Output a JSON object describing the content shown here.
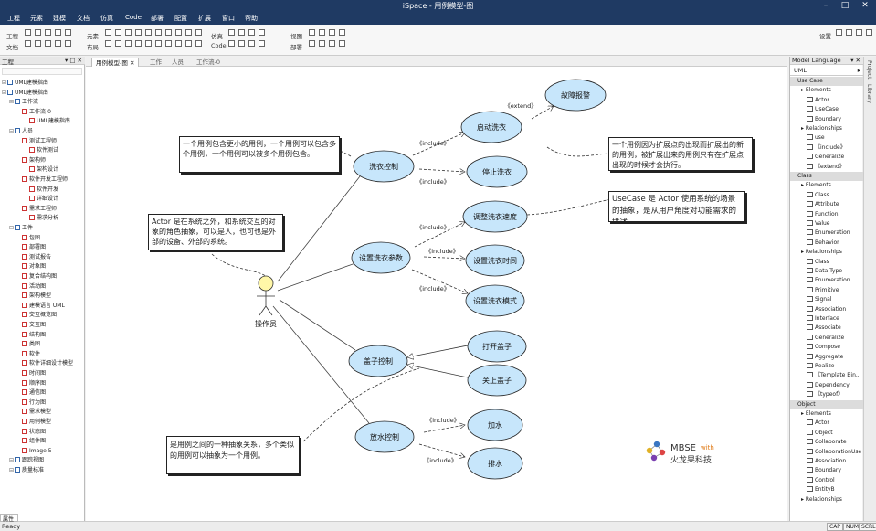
{
  "title": "iSpace - 用例模型-图",
  "menu": [
    "工程",
    "元素",
    "建模",
    "文档",
    "仿真",
    "Code",
    "部署",
    "配置",
    "扩展",
    "窗口",
    "帮助"
  ],
  "toolbar": {
    "row1": [
      "工程",
      "元素",
      "仿真",
      "视图",
      "设置"
    ],
    "row2": [
      "文档",
      "布局",
      "Code",
      "部署"
    ]
  },
  "left_panel": {
    "header": "工程",
    "items": [
      {
        "label": "UML建模指南",
        "depth": 0
      },
      {
        "label": "UML建模指南",
        "depth": 0
      },
      {
        "label": "工作流",
        "depth": 1
      },
      {
        "label": "工作流-0",
        "depth": 2
      },
      {
        "label": "UML建模指南",
        "depth": 3
      },
      {
        "label": "人员",
        "depth": 1
      },
      {
        "label": "测试工程师",
        "depth": 2
      },
      {
        "label": "软件测试",
        "depth": 3
      },
      {
        "label": "架构师",
        "depth": 2
      },
      {
        "label": "架构设计",
        "depth": 3
      },
      {
        "label": "软件开发工程师",
        "depth": 2
      },
      {
        "label": "软件开发",
        "depth": 3
      },
      {
        "label": "详细设计",
        "depth": 3
      },
      {
        "label": "需求工程师",
        "depth": 2
      },
      {
        "label": "需求分析",
        "depth": 3
      },
      {
        "label": "工件",
        "depth": 1
      },
      {
        "label": "包图",
        "depth": 2
      },
      {
        "label": "部署图",
        "depth": 2
      },
      {
        "label": "测试报告",
        "depth": 2
      },
      {
        "label": "对象图",
        "depth": 2
      },
      {
        "label": "复合结构图",
        "depth": 2
      },
      {
        "label": "活动图",
        "depth": 2
      },
      {
        "label": "架构模型",
        "depth": 2
      },
      {
        "label": "建模语言 UML",
        "depth": 2
      },
      {
        "label": "交互概览图",
        "depth": 2
      },
      {
        "label": "交互图",
        "depth": 2
      },
      {
        "label": "结构图",
        "depth": 2
      },
      {
        "label": "类图",
        "depth": 2
      },
      {
        "label": "软件",
        "depth": 2
      },
      {
        "label": "软件详细设计模型",
        "depth": 2
      },
      {
        "label": "时间图",
        "depth": 2
      },
      {
        "label": "顺序图",
        "depth": 2
      },
      {
        "label": "通信图",
        "depth": 2
      },
      {
        "label": "行为图",
        "depth": 2
      },
      {
        "label": "需求模型",
        "depth": 2
      },
      {
        "label": "用例模型",
        "depth": 2
      },
      {
        "label": "状态图",
        "depth": 2
      },
      {
        "label": "组件图",
        "depth": 2
      },
      {
        "label": "Image 5",
        "depth": 2
      },
      {
        "label": "跟踪视图",
        "depth": 1
      },
      {
        "label": "质量标准",
        "depth": 1
      }
    ]
  },
  "tabs": [
    "用例模型-图",
    "工作",
    "人员",
    "工作流-0"
  ],
  "diagram": {
    "actor": "操作员",
    "usecases": {
      "wash": "洗衣控制",
      "start": "启动洗衣",
      "fault": "故障报警",
      "stop": "停止洗衣",
      "speed": "调整洗衣速度",
      "params": "设置洗衣参数",
      "time": "设置洗衣时间",
      "mode": "设置洗衣模式",
      "lid": "盖子控制",
      "open": "打开盖子",
      "close": "关上盖子",
      "water": "放水控制",
      "add": "加水",
      "drain": "排水"
    },
    "rel": {
      "include": "《include》",
      "extend": "《extend》"
    },
    "notes": {
      "n1": "一个用例包含更小的用例，一个用例可以包含多个用例，一个用例可以被多个用例包含。",
      "n2": "Actor 是在系统之外，和系统交互的对象的角色抽象，可以是人，也可也是外部的设备、外部的系统。",
      "n3": "一个用例因为扩展点的出现而扩展出的新的用例，被扩展出来的用例只有在扩展点出现的时候才会执行。",
      "n4": "UseCase 是 Actor 使用系统的场景的抽象，是从用户角度对功能需求的描述。",
      "n5": "是用例之间的一种抽象关系，多个类似的用例可以抽象为一个用例。"
    },
    "logo": {
      "main": "MBSE",
      "with": "with",
      "sub": "火龙果科技"
    }
  },
  "right_panel": {
    "header": "Model Language",
    "lang": "UML",
    "rows": [
      {
        "t": "Use Case",
        "k": "sec"
      },
      {
        "t": "Elements",
        "k": "grp"
      },
      {
        "t": "Actor",
        "k": "item"
      },
      {
        "t": "UseCase",
        "k": "item"
      },
      {
        "t": "Boundary",
        "k": "item"
      },
      {
        "t": "Relationships",
        "k": "grp"
      },
      {
        "t": "use",
        "k": "item"
      },
      {
        "t": "《include》",
        "k": "item"
      },
      {
        "t": "Generalize",
        "k": "item"
      },
      {
        "t": "《extend》",
        "k": "item"
      },
      {
        "t": "Class",
        "k": "sec"
      },
      {
        "t": "Elements",
        "k": "grp"
      },
      {
        "t": "Class",
        "k": "item"
      },
      {
        "t": "Attribute",
        "k": "item"
      },
      {
        "t": "Function",
        "k": "item"
      },
      {
        "t": "Value",
        "k": "item"
      },
      {
        "t": "Enumeration",
        "k": "item"
      },
      {
        "t": "Behavior",
        "k": "item"
      },
      {
        "t": "Relationships",
        "k": "grp"
      },
      {
        "t": "Class",
        "k": "item"
      },
      {
        "t": "Data Type",
        "k": "item"
      },
      {
        "t": "Enumeration",
        "k": "item"
      },
      {
        "t": "Primitive",
        "k": "item"
      },
      {
        "t": "Signal",
        "k": "item"
      },
      {
        "t": "Association",
        "k": "item"
      },
      {
        "t": "Interface",
        "k": "item"
      },
      {
        "t": "Associate",
        "k": "item"
      },
      {
        "t": "Generalize",
        "k": "item"
      },
      {
        "t": "Compose",
        "k": "item"
      },
      {
        "t": "Aggregate",
        "k": "item"
      },
      {
        "t": "Realize",
        "k": "item"
      },
      {
        "t": "《Template Bin...",
        "k": "item"
      },
      {
        "t": "Dependency",
        "k": "item"
      },
      {
        "t": "《typeof》",
        "k": "item"
      },
      {
        "t": "Object",
        "k": "sec"
      },
      {
        "t": "Elements",
        "k": "grp"
      },
      {
        "t": "Actor",
        "k": "item"
      },
      {
        "t": "Object",
        "k": "item"
      },
      {
        "t": "Collaborate",
        "k": "item"
      },
      {
        "t": "CollaborationUse",
        "k": "item"
      },
      {
        "t": "Association",
        "k": "item"
      },
      {
        "t": "Boundary",
        "k": "item"
      },
      {
        "t": "Control",
        "k": "item"
      },
      {
        "t": "EntityB",
        "k": "item"
      },
      {
        "t": "Relationships",
        "k": "grp"
      }
    ]
  },
  "vtabs": [
    "Project",
    "Library"
  ],
  "bottom_tab": "属性",
  "status": "Ready",
  "status_keys": [
    "CAP",
    "NUM",
    "SCRL"
  ]
}
